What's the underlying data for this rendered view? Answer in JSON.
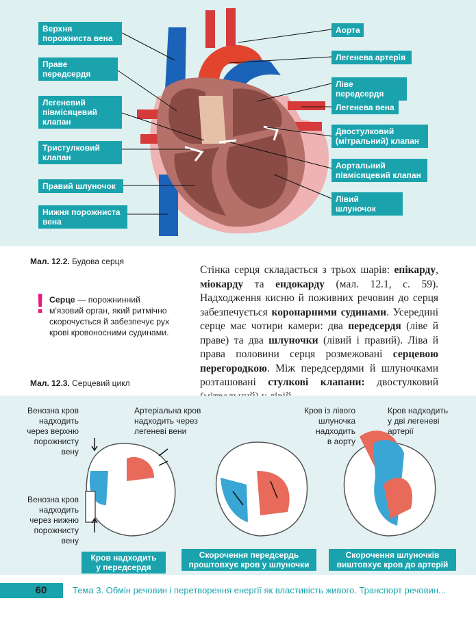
{
  "heart_labels": {
    "svc": "Верхня\nпорожниста вена",
    "ra": "Праве\nпередсердя",
    "pulm_valve": "Легеневий\nпівмісяцевий\nклапан",
    "tricuspid": "Тристулковий\nклапан",
    "rv": "Правий шлуночок",
    "ivc": "Нижня порожниста\nвена",
    "aorta": "Аорта",
    "pulm_artery": "Легенева артерія",
    "la": "Ліве передсердя",
    "pulm_vein": "Легенева вена",
    "mitral": "Двостулковий\n(мітральний) клапан",
    "aortic_valve": "Аортальний\nпівмісяцевий клапан",
    "lv": "Лівий шлуночок"
  },
  "captions": {
    "fig2_bold": "Мал. 12.2.",
    "fig2_text": "Будова серця",
    "fig3_bold": "Мал. 12.3.",
    "fig3_text": "Серцевий цикл"
  },
  "definition": {
    "mark": "!",
    "term": "Серце",
    "text": " — порожнинний м'язовий орган, який ритмічно скорочується й забезпечує рух крові кровоносними судинами."
  },
  "paragraph": [
    {
      "t": "Стінка серця складається з трьох шарів: ",
      "b": false
    },
    {
      "t": "епікарду",
      "b": true
    },
    {
      "t": ", ",
      "b": false
    },
    {
      "t": "міокарду",
      "b": true
    },
    {
      "t": " та ",
      "b": false
    },
    {
      "t": "ендокарду",
      "b": true
    },
    {
      "t": " (мал. 12.1, с. 59). Надходження кисню й поживних речовин до серця забезпечується ",
      "b": false
    },
    {
      "t": "коронарними судинами",
      "b": true
    },
    {
      "t": ". Усередині серце має чотири камери: два ",
      "b": false
    },
    {
      "t": "передсердя",
      "b": true
    },
    {
      "t": " (ліве й праве) та два ",
      "b": false
    },
    {
      "t": "шлуночки",
      "b": true
    },
    {
      "t": " (лівий і правий). Ліва й права половини серця розмежовані ",
      "b": false
    },
    {
      "t": "серцевою перегородкою",
      "b": true
    },
    {
      "t": ". Між передсердями й шлуночками розташовані ",
      "b": false
    },
    {
      "t": "стулкові клапани:",
      "b": true
    },
    {
      "t": " двостулковий (мітральний) у лівій",
      "b": false
    }
  ],
  "cycle_notes": {
    "venous_top": "Венозна кров\nнадходить\nчерез верхню\nпорожнисту\nвену",
    "venous_bottom": "Венозна кров\nнадходить\nчерез нижню\nпорожнисту\nвену",
    "arterial": "Артеріальна кров\nнадходить через\nлегеневі вени",
    "lv_out": "Кров із лівого\nшлуночка\nнадходить\nв аорту",
    "to_lungs": "Кров надходить\nу дві легеневі\nартерії"
  },
  "stages": [
    "Кров надходить\nу передсердя",
    "Скорочення передсердь\nпроштовхує кров у шлуночки",
    "Скорочення шлуночків\nвиштовхує кров до артерій"
  ],
  "footer": {
    "page": "60",
    "text": "Тема 3. Обмін речовин і перетворення енергії як властивість живого. Транспорт речовин..."
  },
  "colors": {
    "teal": "#1aa3ad",
    "venous": "#1565c0",
    "arterial": "#e53935",
    "muscle": "#a5625a",
    "accent": "#e5197e"
  }
}
